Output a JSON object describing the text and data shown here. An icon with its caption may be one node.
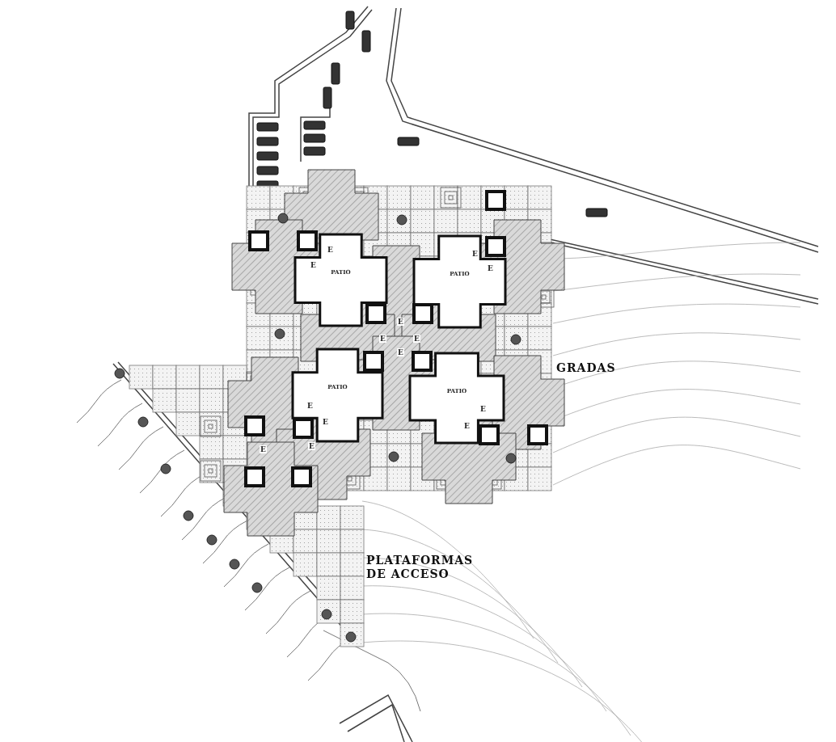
{
  "diagram": {
    "nodes": [
      {
        "text": [
          "PATIO"
        ]
      },
      {
        "text": [
          "PATIO"
        ]
      },
      {
        "text": [
          "PATIO"
        ]
      },
      {
        "text": [
          "PATIO"
        ]
      }
    ],
    "labels": [
      "E",
      "E",
      "E",
      "E",
      "E",
      "E",
      "E",
      "E",
      "GRADAS",
      "E",
      "E",
      "E",
      "E",
      "E",
      "E",
      "PLATAFORMAS DE ACCESO"
    ]
  }
}
